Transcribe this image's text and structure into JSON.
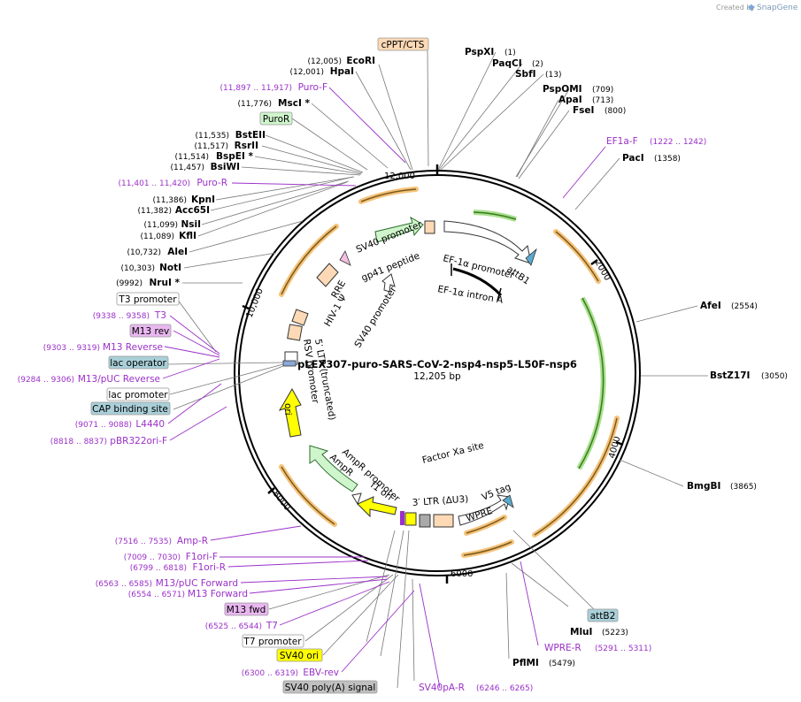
{
  "credit": {
    "prefix": "Created by",
    "brand": "SnapGene"
  },
  "plasmid": {
    "name": "pLEX307-puro-SARS-CoV-2-nsp4-nsp5-L50F-nsp6",
    "size_label": "12,205 bp"
  },
  "ticks": {
    "t2000": "2000",
    "t4000": "4000",
    "t6000": "6000",
    "t8000": "8000",
    "t10000": "10,000",
    "t12000": "12,000"
  },
  "sites": [
    {
      "name": "PspXI",
      "pos": "(1)"
    },
    {
      "name": "PaqCI",
      "pos": "(2)"
    },
    {
      "name": "SbfI",
      "pos": "(13)"
    },
    {
      "name": "PspOMI",
      "pos": "(709)"
    },
    {
      "name": "ApaI",
      "pos": "(713)"
    },
    {
      "name": "FseI",
      "pos": "(800)"
    },
    {
      "name": "PacI",
      "pos": "(1358)"
    },
    {
      "name": "AfeI",
      "pos": "(2554)"
    },
    {
      "name": "BstZ17I",
      "pos": "(3050)"
    },
    {
      "name": "BmgBI",
      "pos": "(3865)"
    },
    {
      "name": "MluI",
      "pos": "(5223)"
    },
    {
      "name": "PflMI",
      "pos": "(5479)"
    },
    {
      "name": "EcoRI",
      "pos": "(12,005)"
    },
    {
      "name": "HpaI",
      "pos": "(12,001)"
    },
    {
      "name": "MscI *",
      "pos": "(11,776)"
    },
    {
      "name": "BstEII",
      "pos": "(11,535)"
    },
    {
      "name": "RsrII",
      "pos": "(11,517)"
    },
    {
      "name": "BspEI *",
      "pos": "(11,514)"
    },
    {
      "name": "BsiWI",
      "pos": "(11,457)"
    },
    {
      "name": "KpnI",
      "pos": "(11,386)"
    },
    {
      "name": "Acc65I",
      "pos": "(11,382)"
    },
    {
      "name": "NsiI",
      "pos": "(11,099)"
    },
    {
      "name": "KflI",
      "pos": "(11,089)"
    },
    {
      "name": "AleI",
      "pos": "(10,732)"
    },
    {
      "name": "NotI",
      "pos": "(10,303)"
    },
    {
      "name": "NruI *",
      "pos": "(9992)"
    }
  ],
  "primers": [
    {
      "name": "EF1a-F",
      "pos": "(1222 .. 1242)"
    },
    {
      "name": "Puro-F",
      "pos": "(11,897 .. 11,917)"
    },
    {
      "name": "Puro-R",
      "pos": "(11,401 .. 11,420)"
    },
    {
      "name": "T3",
      "pos": "(9338 .. 9358)"
    },
    {
      "name": "M13 Reverse",
      "pos": "(9303 .. 9319)"
    },
    {
      "name": "M13/pUC Reverse",
      "pos": "(9284 .. 9306)"
    },
    {
      "name": "L4440",
      "pos": "(9071 .. 9088)"
    },
    {
      "name": "pBR322ori-F",
      "pos": "(8818 .. 8837)"
    },
    {
      "name": "Amp-R",
      "pos": "(7516 .. 7535)"
    },
    {
      "name": "F1ori-F",
      "pos": "(7009 .. 7030)"
    },
    {
      "name": "F1ori-R",
      "pos": "(6799 .. 6818)"
    },
    {
      "name": "M13/pUC Forward",
      "pos": "(6563 .. 6585)"
    },
    {
      "name": "M13 Forward",
      "pos": "(6554 .. 6571)"
    },
    {
      "name": "T7",
      "pos": "(6525 .. 6544)"
    },
    {
      "name": "EBV-rev",
      "pos": "(6300 .. 6319)"
    },
    {
      "name": "WPRE-R",
      "pos": "(5291 .. 5311)"
    },
    {
      "name": "SV40pA-R",
      "pos": "(6246 .. 6265)"
    }
  ],
  "boxes": {
    "cppt": "cPPT/CTS",
    "puror": "PuroR",
    "t3_promoter": "T3 promoter",
    "m13_rev": "M13 rev",
    "lac_operator": "lac operator",
    "lac_promoter": "lac promoter",
    "cap_site": "CAP binding site",
    "m13_fwd": "M13 fwd",
    "t7_promoter": "T7 promoter",
    "sv40_ori": "SV40 ori",
    "sv40_polya": "SV40 poly(A) signal",
    "attb2": "attB2"
  },
  "features": {
    "sv40_promoter_top": "SV40 promoter",
    "gp41": "gp41 peptide",
    "ef1a_promoter": "EF-1α promoter",
    "attb1": "attB1",
    "ef1a_intron": "EF-1α intron A",
    "rre": "RRE",
    "hiv_psi": "HIV-1 Ψ",
    "sv40_promoter_inner": "SV40 promoter",
    "ltr5": "5′ LTR (truncated)",
    "rsv": "RSV promoter",
    "ori": "ori",
    "factor_xa": "Factor Xa site",
    "ampr_promoter": "AmpR promoter",
    "ampr": "AmpR",
    "f1_ori": "f1 ori",
    "ltr3": "3′ LTR (ΔU3)",
    "v5": "V5 tag",
    "wpre": "WPRE"
  },
  "colors": {
    "primer": "#9b30c8",
    "orf_orange": "#f5c27a",
    "orf_green": "#a8e08c",
    "ori_yellow": "#ffff00",
    "backbone": "#000000"
  }
}
